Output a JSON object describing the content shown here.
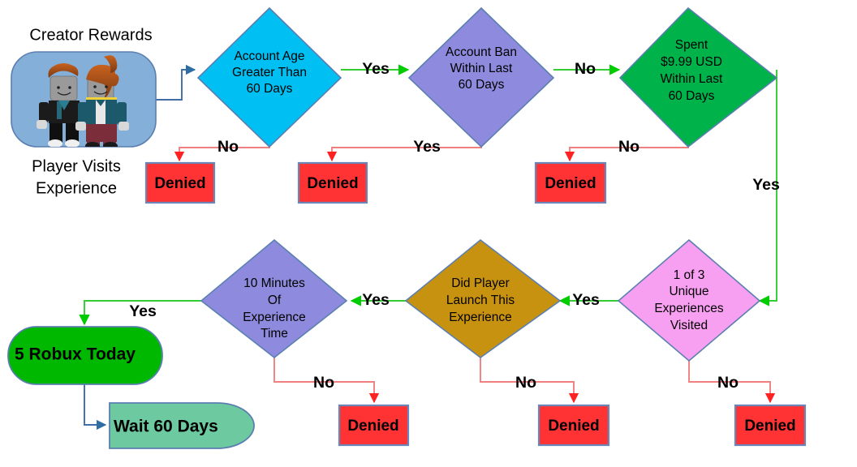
{
  "diagram": {
    "title": "Creator Rewards",
    "start_caption_line1": "Player Visits",
    "start_caption_line2": "Experience",
    "colors": {
      "cyan": "#00BFF3",
      "periwinkle": "#8E8BDE",
      "green": "#00B24A",
      "pink": "#F79FF0",
      "gold": "#C89211",
      "denied_red": "#FF3333",
      "robux_green": "#00B800",
      "wait_teal": "#6CC9A0",
      "start_blue": "#83AFD9",
      "node_stroke": "#6A86B8",
      "yes_line": "#33CC33",
      "no_line": "#F08080",
      "plain_line": "#3E6DA8"
    }
  },
  "nodes": {
    "start": {
      "name": "Creator Rewards",
      "icon": "roblox-avatars-image"
    },
    "d1": {
      "lines": [
        "Account Age",
        "Greater Than",
        "60 Days"
      ]
    },
    "d2": {
      "lines": [
        "Account Ban",
        "Within Last",
        "60 Days"
      ]
    },
    "d3": {
      "lines": [
        "Spent",
        "$9.99 USD",
        "Within Last",
        "60 Days"
      ]
    },
    "d4": {
      "lines": [
        "1 of 3",
        "Unique",
        "Experiences",
        "Visited"
      ]
    },
    "d5": {
      "lines": [
        "Did Player",
        "Launch This",
        "Experience"
      ]
    },
    "d6": {
      "lines": [
        "10 Minutes",
        "Of",
        "Experience",
        "Time"
      ]
    },
    "denied_1": {
      "label": "Denied"
    },
    "denied_2": {
      "label": "Denied"
    },
    "denied_3": {
      "label": "Denied"
    },
    "denied_4": {
      "label": "Denied"
    },
    "denied_5": {
      "label": "Denied"
    },
    "denied_6": {
      "label": "Denied"
    },
    "reward": {
      "label": "5 Robux Today"
    },
    "wait": {
      "label": "Wait 60 Days"
    }
  },
  "edges": {
    "d1_no": "No",
    "d1_yes": "Yes",
    "d2_yes": "Yes",
    "d2_no": "No",
    "d3_no": "No",
    "d3_yes": "Yes",
    "d4_no": "No",
    "d4_yes": "Yes",
    "d5_no": "No",
    "d5_yes": "Yes",
    "d6_no": "No",
    "d6_yes": "Yes"
  },
  "chart_data": {
    "type": "diagram",
    "flow": [
      {
        "from": "Player Visits Experience (Creator Rewards)",
        "to": "Account Age Greater Than 60 Days",
        "label": ""
      },
      {
        "from": "Account Age Greater Than 60 Days",
        "to": "Denied",
        "label": "No"
      },
      {
        "from": "Account Age Greater Than 60 Days",
        "to": "Account Ban Within Last 60 Days",
        "label": "Yes"
      },
      {
        "from": "Account Ban Within Last 60 Days",
        "to": "Denied",
        "label": "Yes"
      },
      {
        "from": "Account Ban Within Last 60 Days",
        "to": "Spent $9.99 USD Within Last 60 Days",
        "label": "No"
      },
      {
        "from": "Spent $9.99 USD Within Last 60 Days",
        "to": "Denied",
        "label": "No"
      },
      {
        "from": "Spent $9.99 USD Within Last 60 Days",
        "to": "1 of 3 Unique Experiences Visited",
        "label": "Yes"
      },
      {
        "from": "1 of 3 Unique Experiences Visited",
        "to": "Denied",
        "label": "No"
      },
      {
        "from": "1 of 3 Unique Experiences Visited",
        "to": "Did Player Launch This Experience",
        "label": "Yes"
      },
      {
        "from": "Did Player Launch This Experience",
        "to": "Denied",
        "label": "No"
      },
      {
        "from": "Did Player Launch This Experience",
        "to": "10 Minutes Of Experience Time",
        "label": "Yes"
      },
      {
        "from": "10 Minutes Of Experience Time",
        "to": "Denied",
        "label": "No"
      },
      {
        "from": "10 Minutes Of Experience Time",
        "to": "5 Robux Today",
        "label": "Yes"
      },
      {
        "from": "5 Robux Today",
        "to": "Wait 60 Days",
        "label": ""
      }
    ]
  }
}
